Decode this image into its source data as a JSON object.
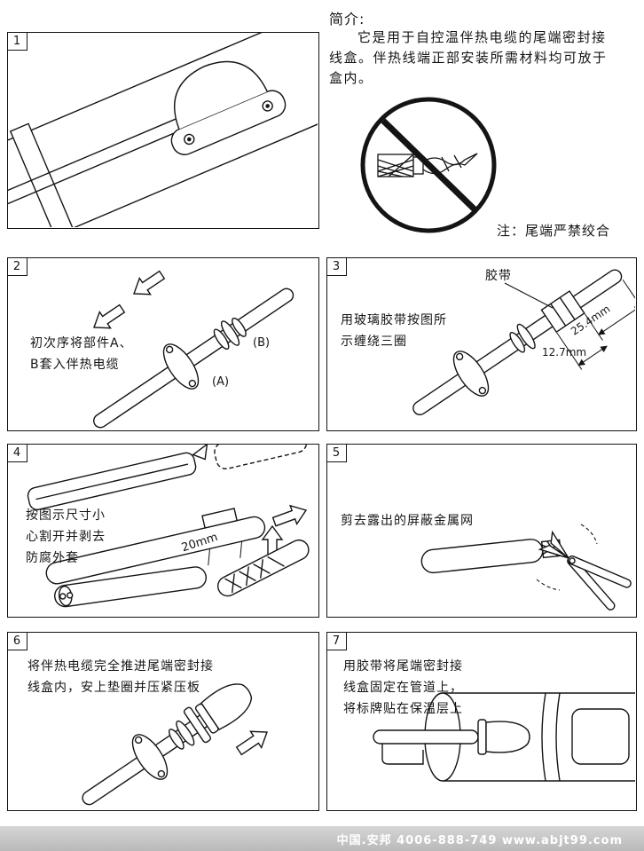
{
  "intro": {
    "title": "简介:",
    "para_line1": "它是用于自控温伴热电缆的尾端密封接",
    "para_line2": "线盒。伴热线端正部安装所需材料均可放于",
    "para_line3": "盒内。",
    "note": "注：尾端严禁绞合"
  },
  "panels": {
    "p1": {
      "number": "1"
    },
    "p2": {
      "number": "2",
      "caption1": "初次序将部件A、",
      "caption2": "B套入伴热电缆",
      "label_b": "(B)",
      "label_a": "(A)"
    },
    "p3": {
      "number": "3",
      "tape_label": "胶带",
      "caption1": "用玻璃胶带按图所",
      "caption2": "示缠绕三圈",
      "dim_long": "25.4mm",
      "dim_short": "12.7mm"
    },
    "p4": {
      "number": "4",
      "caption1": "按图示尺寸小",
      "caption2": "心割开并剥去",
      "caption3": "防腐外套",
      "dim": "20mm"
    },
    "p5": {
      "number": "5",
      "caption1": "剪去露出的屏蔽金属网"
    },
    "p6": {
      "number": "6",
      "caption1": "将伴热电缆完全推进尾端密封接",
      "caption2": "线盒内，安上垫圈并压紧压板"
    },
    "p7": {
      "number": "7",
      "caption1": "用胶带将尾端密封接",
      "caption2": "线盒固定在管道上，",
      "caption3": "将标牌贴在保温层上"
    }
  },
  "footer": {
    "text": "中国.安邦 4006-888-749 www.abjt99.com"
  },
  "colors": {
    "ink": "#141414",
    "footer_bg": "#c6c6c6",
    "footer_text": "#ffffff"
  }
}
